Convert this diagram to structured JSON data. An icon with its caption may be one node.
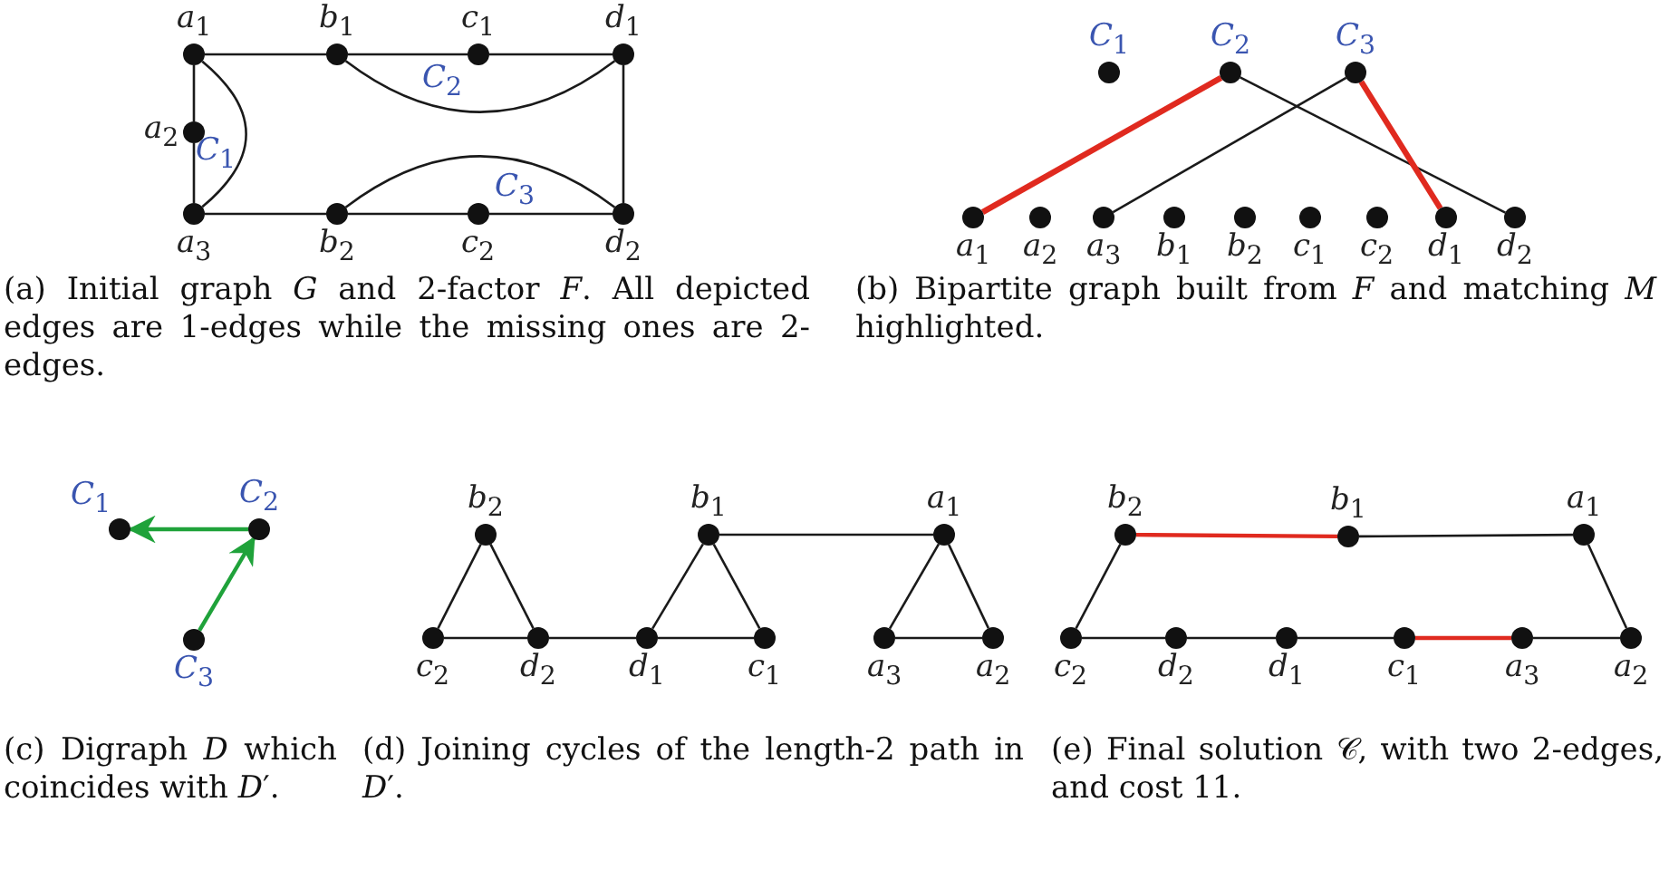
{
  "diagram": {
    "nodes": [
      {
        "text": [],
        "shape": "circle",
        "beside": [
          "*a*$_{1}$"
        ]
      },
      {
        "text": [],
        "shape": "circle",
        "beside": [
          "*b*$_{1}$"
        ]
      },
      {
        "text": [],
        "shape": "circle",
        "beside": [
          "*c*$_{1}$"
        ]
      },
      {
        "text": [],
        "shape": "circle",
        "beside": [
          "*d*$_{1}$"
        ]
      },
      {
        "text": [],
        "shape": "circle",
        "beside": [
          "*a*$_{2}$"
        ]
      },
      {
        "text": [],
        "shape": "circle",
        "beside": [
          "*a*$_{3}$"
        ]
      },
      {
        "text": [],
        "shape": "circle",
        "beside": [
          "*b*$_{2}$"
        ]
      },
      {
        "text": [],
        "shape": "circle",
        "beside": [
          "*c*$_{2}$"
        ]
      },
      {
        "text": [],
        "shape": "circle",
        "beside": [
          "*d*$_{2}$"
        ]
      },
      {
        "text": [],
        "shape": "circle",
        "beside": [
          "*C*$_{1}$"
        ]
      },
      {
        "text": [],
        "shape": "circle",
        "beside": [
          "*C*$_{2}$"
        ]
      },
      {
        "text": [],
        "shape": "circle",
        "beside": [
          "*C*$_{3}$"
        ]
      },
      {
        "text": [],
        "shape": "circle",
        "beside": [
          "*a*$_{1}$"
        ]
      },
      {
        "text": [],
        "shape": "circle",
        "beside": [
          "*a*$_{2}$"
        ]
      },
      {
        "text": [],
        "shape": "circle",
        "beside": [
          "*a*$_{3}$"
        ]
      },
      {
        "text": [],
        "shape": "circle",
        "beside": [
          "*b*$_{1}$"
        ]
      },
      {
        "text": [],
        "shape": "circle",
        "beside": [
          "*b*$_{2}$"
        ]
      },
      {
        "text": [],
        "shape": "circle",
        "beside": [
          "*c*$_{1}$"
        ]
      },
      {
        "text": [],
        "shape": "circle",
        "beside": [
          "*c*$_{2}$"
        ]
      },
      {
        "text": [],
        "shape": "circle",
        "beside": [
          "*d*$_{1}$"
        ]
      },
      {
        "text": [],
        "shape": "circle",
        "beside": [
          "*d*$_{2}$"
        ]
      },
      {
        "text": [],
        "shape": "circle",
        "beside": [
          "*C*$_{1}$"
        ]
      },
      {
        "text": [],
        "shape": "circle",
        "beside": [
          "*C*$_{2}$"
        ]
      },
      {
        "text": [],
        "shape": "circle",
        "beside": [
          "*C*$_{3}$"
        ]
      },
      {
        "text": [],
        "shape": "circle",
        "beside": [
          "*b*$_{2}$"
        ]
      },
      {
        "text": [],
        "shape": "circle",
        "beside": [
          "*b*$_{1}$"
        ]
      },
      {
        "text": [],
        "shape": "circle",
        "beside": [
          "*a*$_{1}$"
        ]
      },
      {
        "text": [],
        "shape": "circle",
        "beside": [
          "*c*$_{2}$"
        ]
      },
      {
        "text": [],
        "shape": "circle",
        "beside": [
          "*d*$_{2}$"
        ]
      },
      {
        "text": [],
        "shape": "circle",
        "beside": [
          "*d*$_{1}$"
        ]
      },
      {
        "text": [],
        "shape": "circle",
        "beside": [
          "*c*$_{1}$"
        ]
      },
      {
        "text": [],
        "shape": "circle",
        "beside": [
          "*a*$_{3}$"
        ]
      },
      {
        "text": [],
        "shape": "circle",
        "beside": [
          "*a*$_{2}$"
        ]
      },
      {
        "text": [],
        "shape": "circle",
        "beside": [
          "*b*$_{2}$"
        ]
      },
      {
        "text": [],
        "shape": "circle",
        "beside": [
          "*b*$_{1}$"
        ]
      },
      {
        "text": [],
        "shape": "circle",
        "beside": [
          "*a*$_{1}$"
        ]
      },
      {
        "text": [],
        "shape": "circle",
        "beside": [
          "*c*$_{2}$"
        ]
      },
      {
        "text": [],
        "shape": "circle",
        "beside": [
          "*d*$_{2}$"
        ]
      },
      {
        "text": [],
        "shape": "circle",
        "beside": [
          "*d*$_{1}$"
        ]
      },
      {
        "text": [],
        "shape": "circle",
        "beside": [
          "*c*$_{1}$"
        ]
      },
      {
        "text": [],
        "shape": "circle",
        "beside": [
          "*a*$_{3}$"
        ]
      },
      {
        "text": [],
        "shape": "circle",
        "beside": [
          "*a*$_{2}$"
        ]
      }
    ],
    "edges": [
      {
        "from": 0,
        "to": 1,
        "arrow": "none"
      },
      {
        "from": 1,
        "to": 2,
        "arrow": "none"
      },
      {
        "from": 2,
        "to": 3,
        "arrow": "none"
      },
      {
        "from": 1,
        "to": 3,
        "arrow": "none"
      },
      {
        "from": 0,
        "to": 4,
        "arrow": "none"
      },
      {
        "from": 4,
        "to": 5,
        "arrow": "none"
      },
      {
        "from": 0,
        "to": 5,
        "arrow": "none"
      },
      {
        "from": 5,
        "to": 6,
        "arrow": "none"
      },
      {
        "from": 6,
        "to": 7,
        "arrow": "none"
      },
      {
        "from": 7,
        "to": 8,
        "arrow": "none"
      },
      {
        "from": 6,
        "to": 8,
        "arrow": "none"
      },
      {
        "from": 3,
        "to": 8,
        "arrow": "none"
      },
      {
        "from": 10,
        "to": 12,
        "arrow": "none",
        "style": "thick",
        "color": "#e02a1f"
      },
      {
        "from": 10,
        "to": 20,
        "arrow": "none"
      },
      {
        "from": 11,
        "to": 14,
        "arrow": "none"
      },
      {
        "from": 11,
        "to": 19,
        "arrow": "none",
        "style": "thick",
        "color": "#e02a1f"
      },
      {
        "from": 22,
        "to": 21,
        "arrow": "to",
        "color": "#1fa23a"
      },
      {
        "from": 23,
        "to": 22,
        "arrow": "to",
        "color": "#1fa23a"
      },
      {
        "from": 24,
        "to": 27,
        "arrow": "none"
      },
      {
        "from": 27,
        "to": 28,
        "arrow": "none"
      },
      {
        "from": 28,
        "to": 24,
        "arrow": "none"
      },
      {
        "from": 28,
        "to": 29,
        "arrow": "none"
      },
      {
        "from": 25,
        "to": 29,
        "arrow": "none"
      },
      {
        "from": 29,
        "to": 30,
        "arrow": "none"
      },
      {
        "from": 30,
        "to": 25,
        "arrow": "none"
      },
      {
        "from": 25,
        "to": 26,
        "arrow": "none"
      },
      {
        "from": 26,
        "to": 31,
        "arrow": "none"
      },
      {
        "from": 31,
        "to": 32,
        "arrow": "none"
      },
      {
        "from": 32,
        "to": 26,
        "arrow": "none"
      },
      {
        "from": 33,
        "to": 34,
        "arrow": "none",
        "color": "#e02a1f"
      },
      {
        "from": 34,
        "to": 35,
        "arrow": "none"
      },
      {
        "from": 35,
        "to": 41,
        "arrow": "none"
      },
      {
        "from": 41,
        "to": 40,
        "arrow": "none"
      },
      {
        "from": 40,
        "to": 39,
        "arrow": "none",
        "color": "#e02a1f"
      },
      {
        "from": 39,
        "to": 38,
        "arrow": "none"
      },
      {
        "from": 38,
        "to": 37,
        "arrow": "none"
      },
      {
        "from": 37,
        "to": 36,
        "arrow": "none"
      },
      {
        "from": 36,
        "to": 33,
        "arrow": "none"
      }
    ],
    "labels": [
      "*C*$_{2}$",
      "*C*$_{1}$",
      "*C*$_{3}$",
      "(a) Initial graph *G* and 2-factor *F*. All depicted edges are 1-edges while the missing ones are 2-edges.",
      "(b) Bipartite graph built from *F* and matching *M* highlighted.",
      "(c) Digraph *D* which coincides with *D*′.",
      "(d) Joining cycles of the length-2 path in *D*′.",
      "(e) Final solution 𝒞, with two 2-edges, and cost 11."
    ]
  }
}
